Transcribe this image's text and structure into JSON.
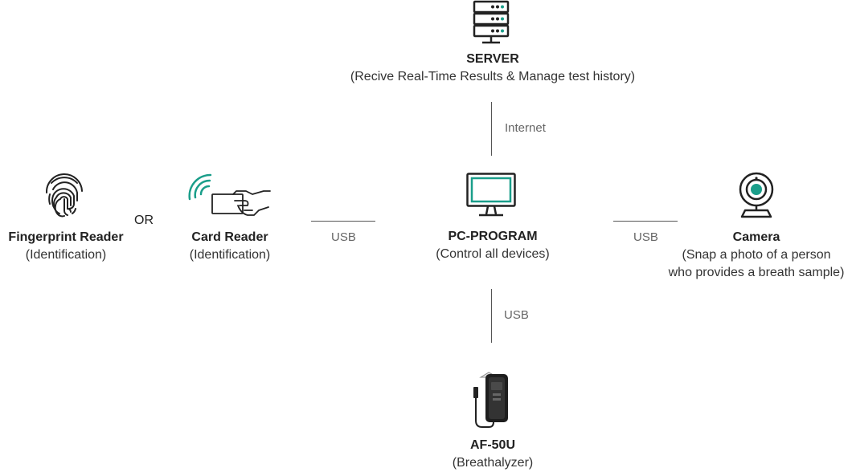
{
  "colors": {
    "accent": "#1a9e8a",
    "icon": "#222222",
    "line": "#555555"
  },
  "nodes": {
    "server": {
      "icon": "server-icon",
      "title": "SERVER",
      "sub": "(Recive Real-Time Results & Manage test history)"
    },
    "fingerprint": {
      "icon": "fingerprint-icon",
      "title": "Fingerprint Reader",
      "sub": "(Identification)"
    },
    "card": {
      "icon": "card-reader-icon",
      "title": "Card Reader",
      "sub": "(Identification)"
    },
    "pc": {
      "icon": "monitor-icon",
      "title": "PC-PROGRAM",
      "sub": "(Control all devices)"
    },
    "camera": {
      "icon": "webcam-icon",
      "title": "Camera",
      "sub1": "(Snap a photo of a person",
      "sub2": "who provides a breath sample)"
    },
    "breathalyzer": {
      "icon": "breathalyzer-icon",
      "title": "AF-50U",
      "sub": "(Breathalyzer)"
    }
  },
  "or_label": "OR",
  "edges": {
    "server_pc": "Internet",
    "card_pc": "USB",
    "pc_camera": "USB",
    "pc_breathalyzer": "USB"
  }
}
